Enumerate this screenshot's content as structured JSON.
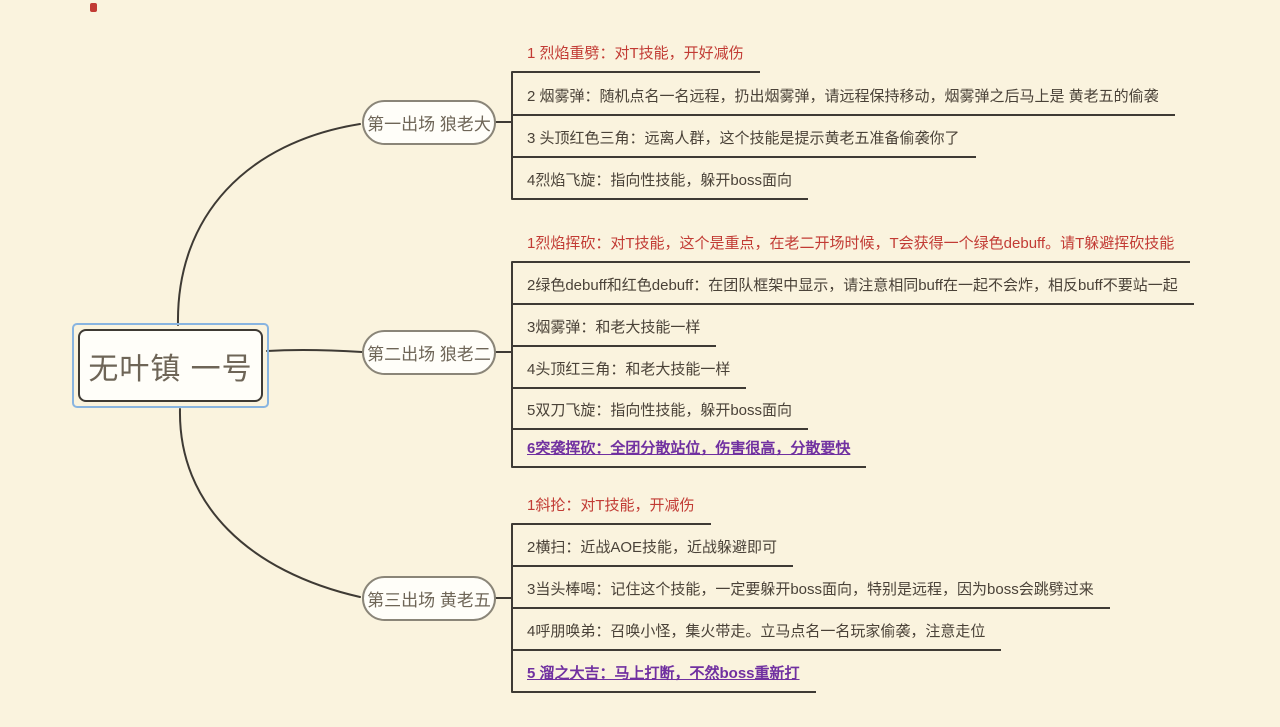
{
  "app": {
    "type": "mind-map-canvas"
  },
  "colors": {
    "background": "#FAF3DE",
    "line": "#3E3A34",
    "red": "#C23B34",
    "purple": "#7030A0",
    "dark": "#4A4238",
    "node_fill": "#FFFEF9",
    "node_text": "#6E6557",
    "pill_border": "#8A8578",
    "selection": "#88B4E0"
  },
  "root": {
    "title": "无叶镇 一号",
    "selected": true
  },
  "branches": [
    {
      "label": "第一出场 狼老大",
      "leaves": [
        {
          "text": "1 烈焰重劈：对T技能，开好减伤",
          "style": "red"
        },
        {
          "text": "2 烟雾弹：随机点名一名远程，扔出烟雾弹，请远程保持移动，烟雾弹之后马上是 黄老五的偷袭",
          "style": "dark"
        },
        {
          "text": "3 头顶红色三角：远离人群，这个技能是提示黄老五准备偷袭你了",
          "style": "dark"
        },
        {
          "text": "4烈焰飞旋：指向性技能，躲开boss面向",
          "style": "dark"
        }
      ]
    },
    {
      "label": "第二出场 狼老二",
      "leaves": [
        {
          "text": "1烈焰挥砍：对T技能，这个是重点，在老二开场时候，T会获得一个绿色debuff。请T躲避挥砍技能",
          "style": "red"
        },
        {
          "text": "2绿色debuff和红色debuff：在团队框架中显示，请注意相同buff在一起不会炸，相反buff不要站一起",
          "style": "dark"
        },
        {
          "text": "3烟雾弹：和老大技能一样",
          "style": "dark"
        },
        {
          "text": "4头顶红三角：和老大技能一样",
          "style": "dark"
        },
        {
          "text": "5双刀飞旋：指向性技能，躲开boss面向",
          "style": "dark"
        },
        {
          "text": "6突袭挥砍：全团分散站位，伤害很高，分散要快",
          "style": "purple"
        }
      ]
    },
    {
      "label": "第三出场 黄老五",
      "leaves": [
        {
          "text": "1斜抡：对T技能，开减伤",
          "style": "red"
        },
        {
          "text": "2横扫：近战AOE技能，近战躲避即可",
          "style": "dark"
        },
        {
          "text": "3当头棒喝：记住这个技能，一定要躲开boss面向，特别是远程，因为boss会跳劈过来",
          "style": "dark"
        },
        {
          "text": "4呼朋唤弟：召唤小怪，集火带走。立马点名一名玩家偷袭，注意走位",
          "style": "dark"
        },
        {
          "text": "5 溜之大吉：马上打断，不然boss重新打",
          "style": "purple"
        }
      ]
    }
  ]
}
